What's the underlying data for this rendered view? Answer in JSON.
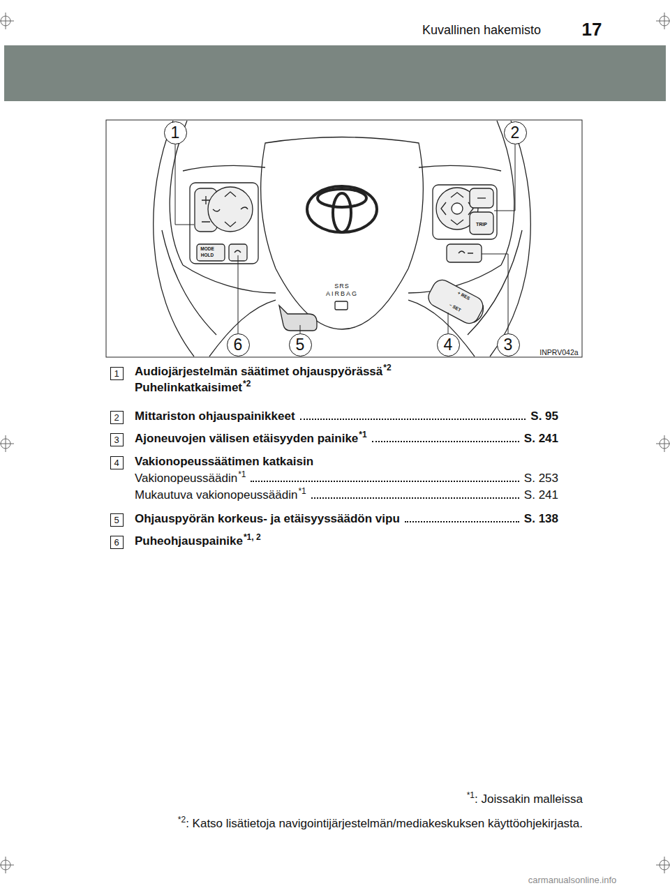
{
  "diagram": {
    "nodes": [
      {
        "text": [
          "1"
        ]
      },
      {
        "text": [
          "2"
        ]
      },
      {
        "text": [
          "6"
        ]
      },
      {
        "text": [
          "5"
        ]
      },
      {
        "text": [
          "4"
        ]
      },
      {
        "text": [
          "3"
        ]
      },
      {
        "text": [
          "1"
        ]
      },
      {
        "text": [
          "2"
        ]
      },
      {
        "text": [
          "3"
        ]
      },
      {
        "text": [
          "4"
        ]
      },
      {
        "text": [
          "5"
        ]
      },
      {
        "text": [
          "6"
        ]
      }
    ],
    "labels": [
      "Kuvallinen hakemisto",
      "17",
      "MODE",
      "HOLD",
      "TRIP",
      "SRS",
      "AIRBAG",
      "+ RES",
      "− SET",
      "INPRV042a",
      "Audiojärjestelmän säätimet ohjauspyörässä",
      "*2",
      "Puhelinkatkaisimet",
      "*2",
      "Mittariston ohjauspainikkeet",
      "S. 95",
      "Ajoneuvojen välisen etäisyyden painike",
      "*1",
      "S. 241",
      "Vakionopeussäätimen katkaisin",
      "Vakionopeussäädin",
      "*1",
      "S. 253",
      "Mukautuva vakionopeussäädin",
      "*1",
      "S. 241",
      "Ohjauspyörän korkeus- ja etäisyyssäädön vipu",
      "S. 138",
      "Puheohjauspainike",
      "*1, 2",
      "*1",
      ": Joissakin malleissa",
      "*2",
      ": Katso lisätietoja navigointijärjestelmän/mediakeskuksen käyttöohjekirjasta.",
      "carmanualsonline.info"
    ]
  }
}
